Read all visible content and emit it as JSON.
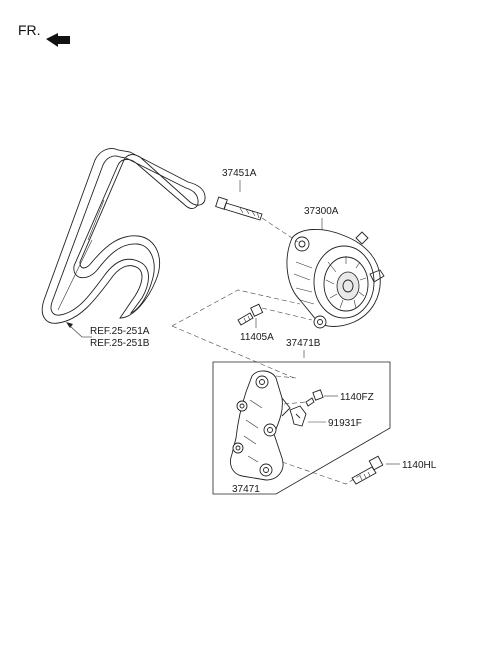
{
  "header": {
    "orientation_label": "FR."
  },
  "callouts": {
    "bolt_top": "37451A",
    "alternator": "37300A",
    "bolt_mid": "11405A",
    "bracket_assy": "37471B",
    "small_bolt": "1140FZ",
    "clip": "91931F",
    "long_bolt": "1140HL",
    "bracket": "37471",
    "ref_a": "REF.25-251A",
    "ref_b": "REF.25-251B"
  }
}
